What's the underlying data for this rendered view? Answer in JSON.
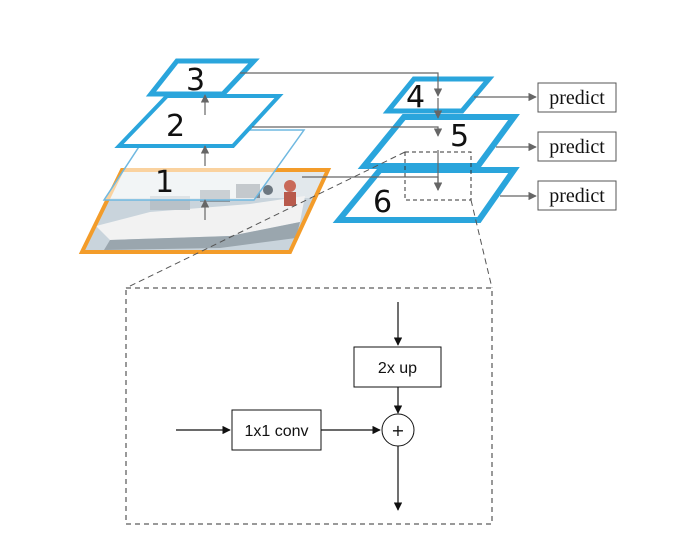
{
  "pyramid": {
    "bottom_up_labels": [
      "1",
      "2",
      "3"
    ],
    "top_down_labels": [
      "4",
      "5",
      "6"
    ]
  },
  "predict_labels": [
    "predict",
    "predict",
    "predict"
  ],
  "detail": {
    "upsample_label": "2x up",
    "lateral_label": "1x1 conv",
    "merge_symbol": "+"
  },
  "colors": {
    "feature_map_blue": "#2aa5dc",
    "thin_map_blue": "#6fb8e0",
    "input_orange": "#f39c2a",
    "arrow_gray": "#666666",
    "dashed_gray": "#555555"
  },
  "icons": [
    "input-photo-boat"
  ]
}
